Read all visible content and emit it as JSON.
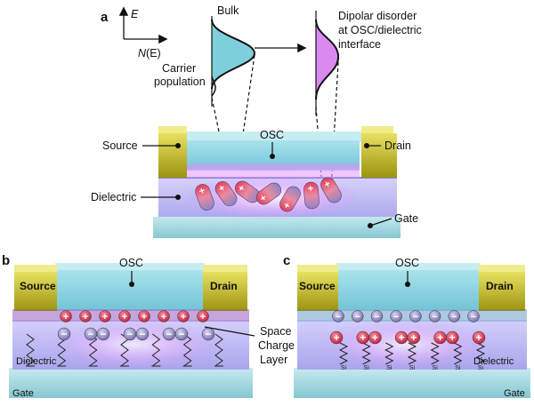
{
  "panels": {
    "a": {
      "letter": "a",
      "axis_y": "E",
      "axis_x_n": "N",
      "axis_x_rest": "(E)",
      "bulk": "Bulk",
      "carrier_line1": "Carrier",
      "carrier_line2": "population",
      "dipolar_line1": "Dipolar disorder",
      "dipolar_line2": "at OSC/dielectric",
      "dipolar_line3": "interface",
      "osc": "OSC",
      "source": "Source",
      "drain": "Drain",
      "dielectric": "Dielectric",
      "gate": "Gate"
    },
    "b": {
      "letter": "b",
      "osc": "OSC",
      "source": "Source",
      "drain": "Drain",
      "dielectric": "Dielectric",
      "gate": "Gate"
    },
    "c": {
      "letter": "c",
      "osc": "OSC",
      "source": "Source",
      "drain": "Drain",
      "dielectric": "Dielectric",
      "gate": "Gate"
    }
  },
  "space_charge": {
    "line1": "Space",
    "line2": "Charge",
    "line3": "Layer"
  },
  "symbols": {
    "plus": "+",
    "minus": "−",
    "silicon": "Si"
  },
  "colors": {
    "gold": "#c8c020",
    "osc": "#7fd0e0",
    "dielectric": "#b9b6f2",
    "gate": "#9ccfd8",
    "bulk_fill": "#7ecfdc",
    "disorder_fill": "#d98af0",
    "dipole_plus": "#e0405a",
    "dipole_minus": "#8a86c8"
  }
}
